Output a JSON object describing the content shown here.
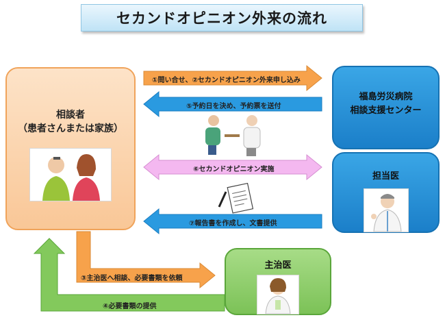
{
  "title": "セカンドオピニオン外来の流れ",
  "nodes": {
    "patient": {
      "line1": "相談者",
      "line2": "（患者さんまたは家族）"
    },
    "hospital": {
      "line1": "福島労災病院",
      "line2": "相談支援センター"
    },
    "doctor": {
      "label": "担当医"
    },
    "family_doctor": {
      "label": "主治医"
    }
  },
  "steps": {
    "s1": "①問い合せ、②セカンドオピニオン外来申し込み",
    "s5": "⑤予約日を決め、予約票を送付",
    "s6": "⑥セカンドオピニオン実施",
    "s7": "⑦報告書を作成し、文書提供",
    "s3": "③主治医へ相談、必要書類を依頼",
    "s4": "④必要書類の提供"
  },
  "colors": {
    "orange": "#f7a24b",
    "blue": "#2a9ae0",
    "pink": "#f4b8f0",
    "green": "#83c95c"
  }
}
